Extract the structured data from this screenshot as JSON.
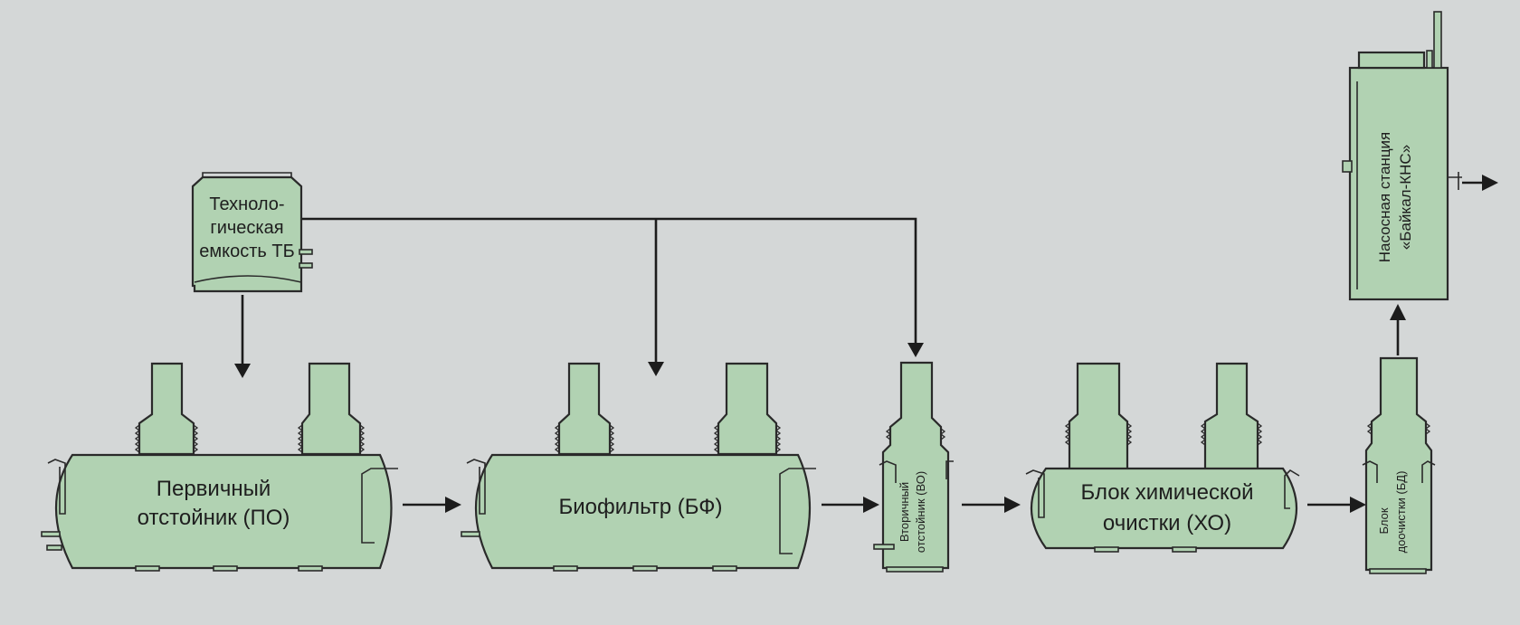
{
  "colors": {
    "background": "#d4d7d7",
    "tank_fill": "#b1d2b2",
    "outline": "#2a2a2a",
    "flow_arrow": "#1c1c1c"
  },
  "nodes": {
    "tb": {
      "line1": "Техноло-",
      "line2": "гическая",
      "line3": "емкость ТБ"
    },
    "po": {
      "line1": "Первичный",
      "line2": "отстойник (ПО)"
    },
    "bf": {
      "line1": "Биофильтр (БФ)"
    },
    "vo": {
      "line1": "Вторичный",
      "line2": "отстойник (ВО)"
    },
    "xo": {
      "line1": "Блок химической",
      "line2": "очистки (ХО)"
    },
    "bd": {
      "line1": "Блок",
      "line2": "доочистки (БД)"
    },
    "kns": {
      "line1": "Насосная станция",
      "line2": "«Байкал-КНС»"
    }
  },
  "flows": [
    {
      "from": "Техноло-гическая емкость ТБ",
      "to": "Первичный отстойник (ПО)"
    },
    {
      "from": "Техноло-гическая емкость ТБ",
      "to": "Биофильтр (БФ)"
    },
    {
      "from": "Техноло-гическая емкость ТБ",
      "to": "Вторичный отстойник (ВО)"
    },
    {
      "from": "Первичный отстойник (ПО)",
      "to": "Биофильтр (БФ)"
    },
    {
      "from": "Биофильтр (БФ)",
      "to": "Вторичный отстойник (ВО)"
    },
    {
      "from": "Вторичный отстойник (ВО)",
      "to": "Блок химической очистки (ХО)"
    },
    {
      "from": "Блок химической очистки (ХО)",
      "to": "Блок доочистки (БД)"
    },
    {
      "from": "Блок доочистки (БД)",
      "to": "Насосная станция «Байкал-КНС»"
    },
    {
      "from": "Насосная станция «Байкал-КНС»",
      "to": "outlet"
    }
  ]
}
